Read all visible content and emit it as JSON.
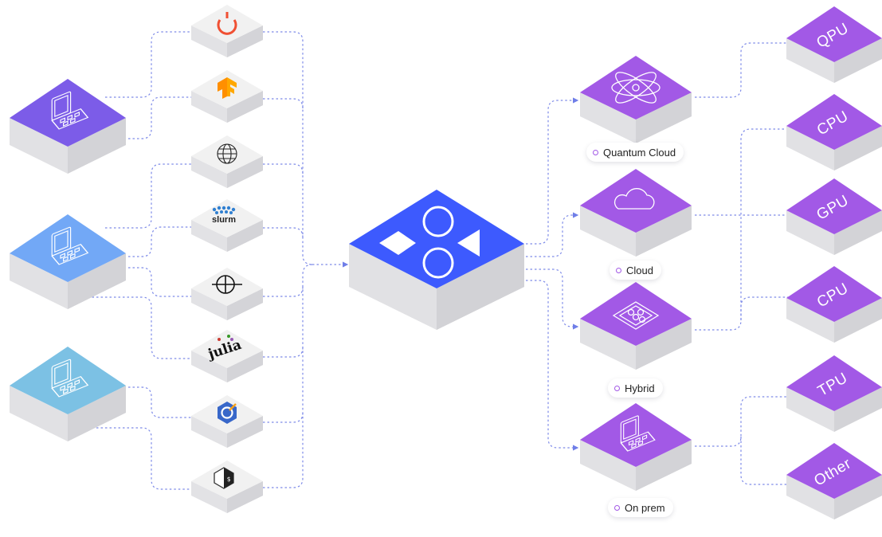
{
  "colors": {
    "purple_top": "#a259e6",
    "purple_side": "#e3e3e6",
    "blue_top": "#3d5afe",
    "laptop_violet": "#7c5ce8",
    "laptop_lightblue": "#72a8f6",
    "laptop_skyblue": "#7cc1e4",
    "grey_top": "#efefef",
    "connector": "#6f7ee8"
  },
  "clients": [
    {
      "icon": "laptop-icon",
      "tone": "violet"
    },
    {
      "icon": "laptop-icon",
      "tone": "lightblue"
    },
    {
      "icon": "laptop-icon",
      "tone": "skyblue"
    }
  ],
  "integrations": [
    {
      "icon": "power-ring-icon"
    },
    {
      "icon": "tensorflow-logo-icon"
    },
    {
      "icon": "globe-icon"
    },
    {
      "icon": "slurm-logo-icon",
      "text": "slurm"
    },
    {
      "icon": "circle-cross-icon"
    },
    {
      "icon": "julia-logo-icon",
      "text": "julia"
    },
    {
      "icon": "hex-cube-icon"
    },
    {
      "icon": "terminal-hex-icon",
      "text": "$"
    }
  ],
  "hub": {
    "icon": "shapes-logo-icon"
  },
  "targets": [
    {
      "icon": "atom-icon",
      "label": "Quantum Cloud"
    },
    {
      "icon": "cloud-icon",
      "label": "Cloud"
    },
    {
      "icon": "chip-grid-icon",
      "label": "Hybrid"
    },
    {
      "icon": "laptop-icon",
      "label": "On prem"
    }
  ],
  "hardware": [
    {
      "label": "QPU"
    },
    {
      "label": "CPU"
    },
    {
      "label": "GPU"
    },
    {
      "label": "CPU"
    },
    {
      "label": "TPU"
    },
    {
      "label": "Other"
    }
  ]
}
